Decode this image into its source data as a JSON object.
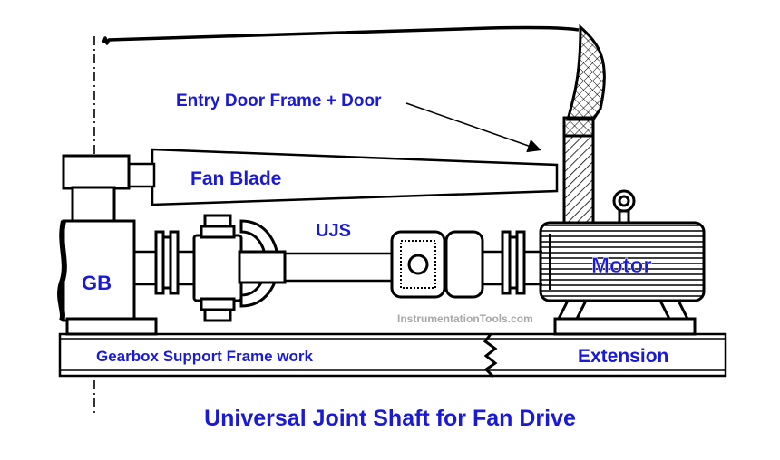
{
  "labels": {
    "entry_door": "Entry Door Frame + Door",
    "fan_blade": "Fan Blade",
    "ujs": "UJS",
    "motor": "Motor",
    "gearbox": "GB",
    "support_frame": "Gearbox Support Frame work",
    "extension": "Extension"
  },
  "watermark": "InstrumentationTools.com",
  "title": "Universal Joint Shaft for Fan Drive",
  "colors": {
    "label": "#1a1ad6",
    "stroke": "#000000",
    "watermark": "#a8a8a8"
  }
}
